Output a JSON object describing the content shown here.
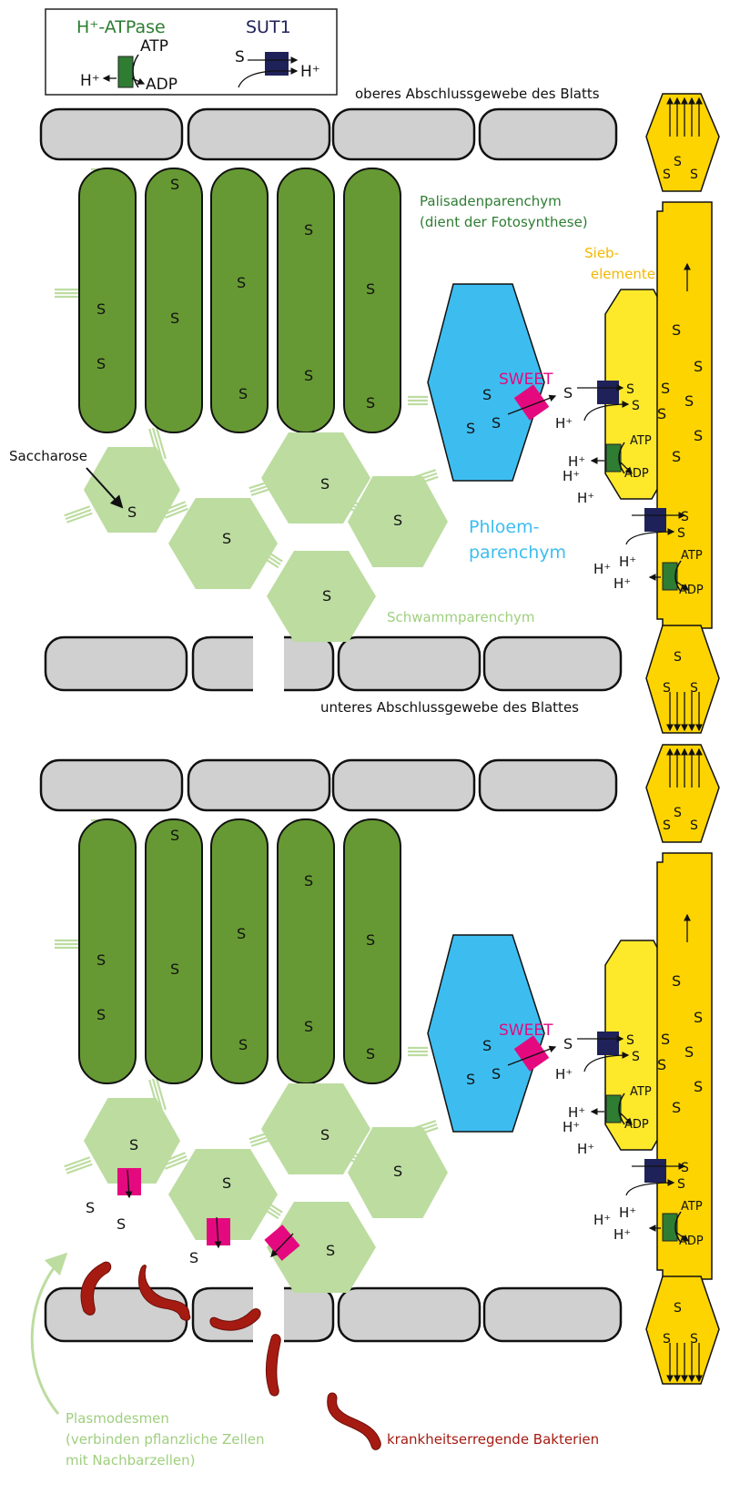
{
  "legend": {
    "atpase_title": "H⁺-ATPase",
    "atpase_atp": "ATP",
    "atpase_h": "H⁺",
    "atpase_adp": "ADP",
    "sut_title": "SUT1",
    "sut_s": "S",
    "sut_h": "H⁺"
  },
  "labels": {
    "upper_epidermis": "oberes Abschlussgewebe des Blatts",
    "lower_epidermis": "unteres Abschlussgewebe des Blattes",
    "palisade_1": "Palisadenparenchym",
    "palisade_2": "(dient der Fotosynthese)",
    "sieve_1": "Sieb-",
    "sieve_2": "elemente",
    "sweet": "SWEET",
    "phloem_1": "Phloem-",
    "phloem_2": "parenchym",
    "sponge": "Schwammparenchym",
    "saccharose": "Saccharose",
    "plasmo_1": "Plasmodesmen",
    "plasmo_2": "(verbinden pflanzliche Zellen",
    "plasmo_3": "mit Nachbarzellen)",
    "bacteria": "krankheitserregende Bakterien"
  },
  "symbols": {
    "sucrose": "S",
    "proton": "H⁺",
    "atp": "ATP",
    "adp": "ADP"
  },
  "colors": {
    "palisade": "#669933",
    "sponge": "#bcdca0",
    "phloem": "#3dbdef",
    "companion": "#fde82a",
    "sieve": "#fdd400",
    "epidermis": "#d0d0d0",
    "sweet": "#e5097f",
    "sut": "#1f2259",
    "atpase": "#2e7d32",
    "bacteria": "#a51b12",
    "text_palisade": "#2e7d32",
    "text_phloem": "#3dbdef",
    "text_sieve": "#f2b800",
    "text_sponge": "#9fcf7f"
  }
}
